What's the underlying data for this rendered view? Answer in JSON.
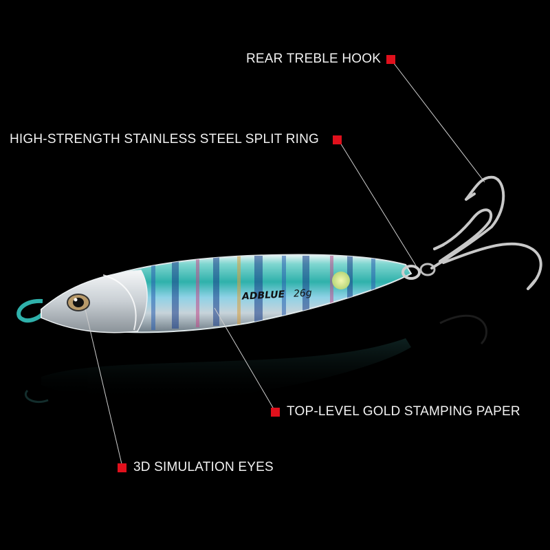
{
  "callouts": {
    "rear_treble_hook": "REAR TREBLE HOOK",
    "split_ring": "HIGH-STRENGTH STAINLESS STEEL SPLIT RING",
    "gold_stamping": "TOP-LEVEL GOLD STAMPING PAPER",
    "eyes": "3D SIMULATION EYES"
  },
  "lure": {
    "brand": "ADBLUE",
    "weight": "26g"
  },
  "colors": {
    "background": "#000000",
    "marker": "#e0101c",
    "label_text": "#f2f2f2",
    "lure_body": "#3fb8b0"
  }
}
